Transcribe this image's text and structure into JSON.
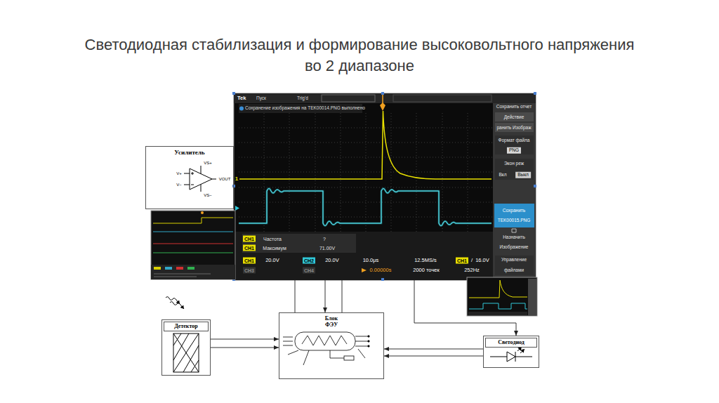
{
  "diagram": {
    "title": "Светодиодная стабилизация и формирование высоковольтного напряжения во 2 диапазоне",
    "nodes": [
      {
        "text": [
          "Tek",
          "Пуск",
          "Trig'd",
          "Сохранение изображения на TEK00014.PNG выполнено"
        ]
      },
      {
        "text": [
          "Усилитель"
        ]
      },
      {
        "text": [
          "Детектор"
        ]
      },
      {
        "text": [
          "Блок ФЭУ"
        ]
      },
      {
        "text": [
          "Светодиод"
        ]
      }
    ],
    "edges": [
      {
        "from": 0,
        "to": 3,
        "arrow": "none"
      },
      {
        "from": 0,
        "to": 3,
        "arrow": "to"
      },
      {
        "from": 0,
        "to": 3,
        "arrow": "none"
      },
      {
        "from": 0,
        "to": 4,
        "arrow": "to"
      },
      {
        "from": 2,
        "to": 3,
        "arrow": "to"
      },
      {
        "from": 2,
        "to": 3,
        "arrow": "to"
      },
      {
        "from": 4,
        "to": 3,
        "arrow": "to"
      },
      {
        "from": 4,
        "to": 3,
        "arrow": "to"
      }
    ],
    "labels": [
      "Сохранить отчет",
      "Действие",
      "ранить Изображ",
      "Формат файла",
      "PNG",
      "Экон реж",
      "Вкл",
      "Выкл",
      "Сохранить",
      "TEK00015.PNG",
      "Назначить",
      "Изображение",
      "Управление",
      "файлами",
      "CH1",
      "Частота",
      "?",
      "CH1",
      "Максимум",
      "71.00V",
      "CH1",
      "20.0V",
      "CH2",
      "20.0V",
      "CH3",
      "CH4",
      "10.0μs",
      "0.00000s",
      "12.5MS/s",
      "2000 точек",
      "CH1",
      "/",
      "16.0V",
      "252Hz",
      "1",
      "V+",
      "V−",
      "VOUT",
      "VS+",
      "VS−"
    ]
  }
}
